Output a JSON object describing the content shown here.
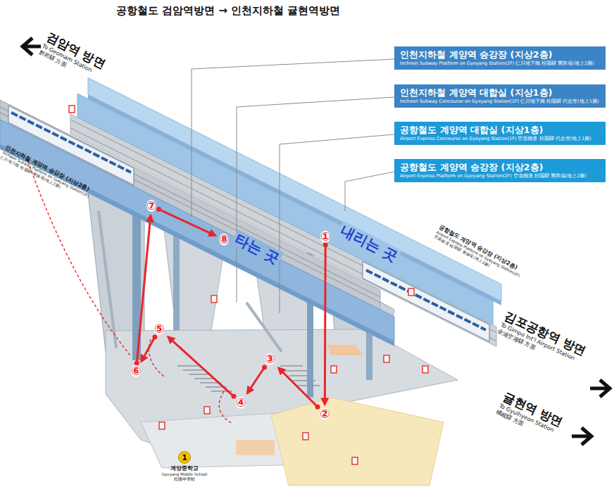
{
  "diagram": {
    "title": "공항철도 검암역방면 → 인천지하철 귤현역방면",
    "nodes": [
      {
        "text": [
          "인천지하철 계양역 승강장 (지상2층)",
          "Incheon Subway Platform on Gyeyang Station(2F) 仁川地下鐵 桂陽驛 乘降場(地上2層)"
        ]
      },
      {
        "text": [
          "인천지하철 계양역 대합실 (지상1층)",
          "Incheon Subway Concourse on Gyeyang Station(1F) 仁川地下鐵 桂陽驛 代合室(地上1層)"
        ]
      },
      {
        "text": [
          "공항철도 계양역 대합실 (지상1층)",
          "Airport Express Concourse on Gyeyang Station(1F) 空港鐵道 桂陽驛 代合室(地上1層)"
        ]
      },
      {
        "text": [
          "공항철도 계양역 승강장 (지상2층)",
          "Airport Express Platform on Gyeyang Station(2F) 空港鐵道 桂陽驛 乘降場(地上2層)"
        ]
      },
      {
        "text": [
          "①"
        ]
      },
      {
        "text": [
          "②"
        ]
      },
      {
        "text": [
          "③"
        ]
      },
      {
        "text": [
          "④"
        ]
      },
      {
        "text": [
          "⑤"
        ]
      },
      {
        "text": [
          "⑥"
        ]
      },
      {
        "text": [
          "⑦"
        ]
      },
      {
        "text": [
          "⑧"
        ]
      },
      {
        "text": [
          "1"
        ]
      }
    ],
    "edges": [
      {
        "from": 4,
        "to": 5,
        "arrow": "to"
      },
      {
        "from": 5,
        "to": 6,
        "arrow": "to"
      },
      {
        "from": 6,
        "to": 7,
        "arrow": "to"
      },
      {
        "from": 7,
        "to": 8,
        "arrow": "to"
      },
      {
        "from": 8,
        "to": 9,
        "arrow": "to"
      },
      {
        "from": 9,
        "to": 10,
        "arrow": "to"
      },
      {
        "from": 10,
        "to": 11,
        "arrow": "to"
      }
    ],
    "labels": [
      "검암역 방면",
      "To Geomam Station",
      "黔岩驛 方面",
      "인천지하철 계양역 승강장 (지상2층)",
      "Incheon Subway Platform on Gyeyang Station(2F)",
      "仁川地下鐵 桂陽驛 乘降場(地上2層)",
      "타는 곳",
      "내리는 곳",
      "공항철도 계양역 승강장 (지상2층)",
      "Airport Express Platform on Gyeyang Station(2F)",
      "空港鐵道 桂陽驛 乘降場(地上2層)",
      "김포공항역 방면",
      "To Gimpo Int'l Airport Station",
      "金浦空港驛 方面",
      "귤현역 방면",
      "To Gyulhyeon Station",
      "橘峴驛 方面",
      "계양중학교",
      "Gyeyang Middle School",
      "桂陽中學校"
    ]
  }
}
